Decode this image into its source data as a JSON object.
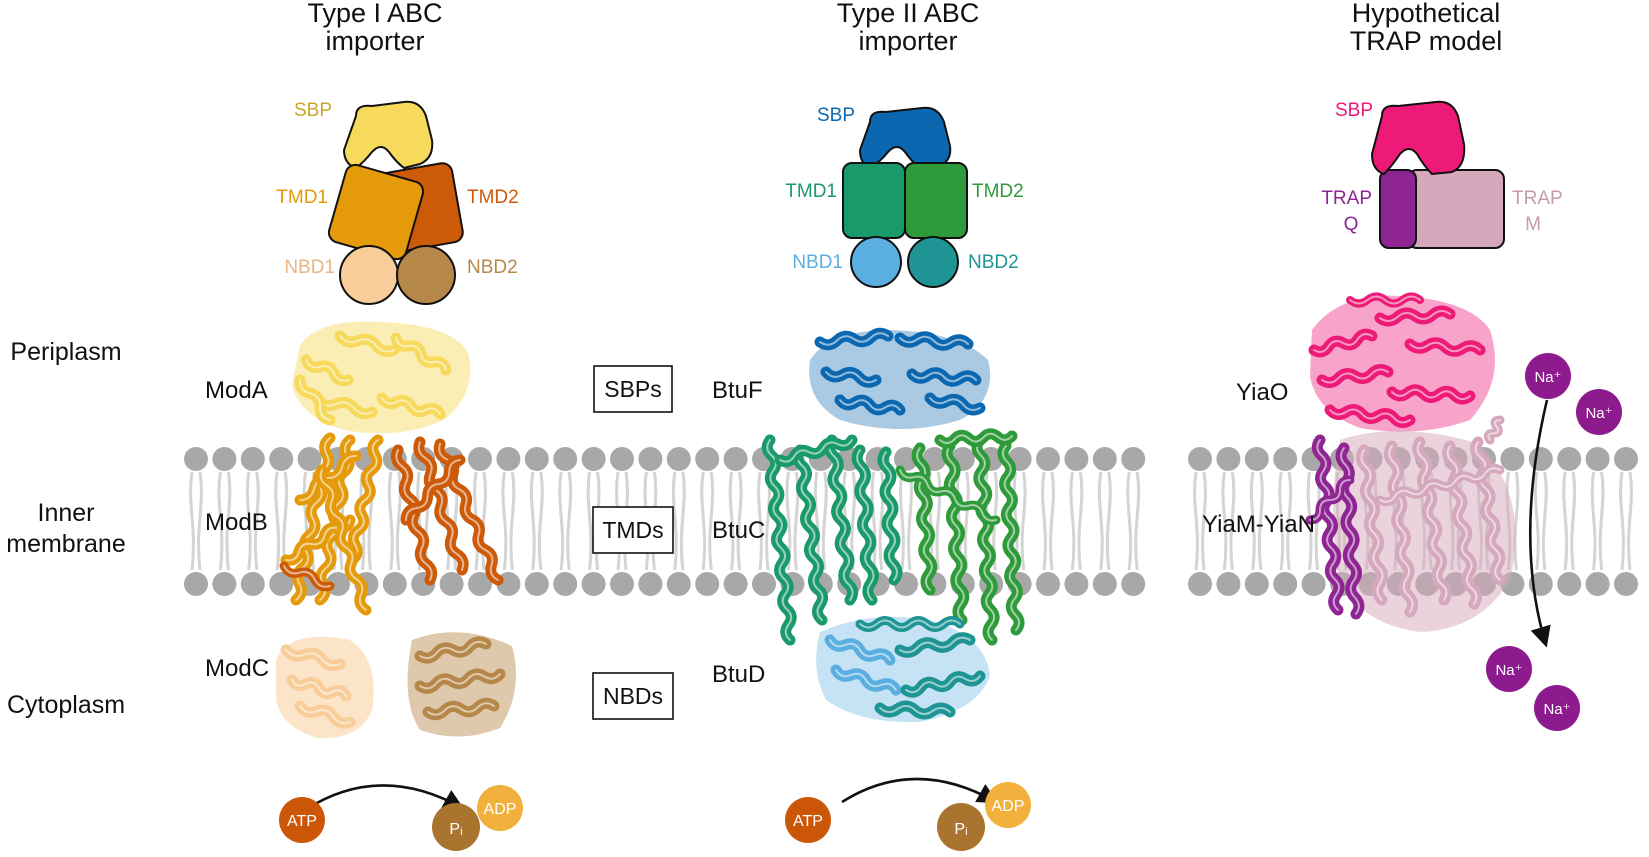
{
  "titles": {
    "type1_line1": "Type I ABC",
    "type1_line2": "importer",
    "type2_line1": "Type II ABC",
    "type2_line2": "importer",
    "trap_line1": "Hypothetical",
    "trap_line2": "TRAP model"
  },
  "regions": {
    "periplasm": "Periplasm",
    "inner_line1": "Inner",
    "inner_line2": "membrane",
    "cytoplasm": "Cytoplasm"
  },
  "legend_boxes": {
    "sbps": "SBPs",
    "tmds": "TMDs",
    "nbds": "NBDs"
  },
  "type1": {
    "sbp": "SBP",
    "tmd1": "TMD1",
    "tmd2": "TMD2",
    "nbd1": "NBD1",
    "nbd2": "NBD2",
    "proteins": {
      "a": "ModA",
      "b": "ModB",
      "c": "ModC"
    },
    "atp": "ATP",
    "pi": "Pᵢ",
    "adp": "ADP"
  },
  "type2": {
    "sbp": "SBP",
    "tmd1": "TMD1",
    "tmd2": "TMD2",
    "nbd1": "NBD1",
    "nbd2": "NBD2",
    "proteins": {
      "f": "BtuF",
      "c": "BtuC",
      "d": "BtuD"
    },
    "atp": "ATP",
    "pi": "Pᵢ",
    "adp": "ADP"
  },
  "trap": {
    "sbp": "SBP",
    "q_line1": "TRAP",
    "q_line2": "Q",
    "m_line1": "TRAP",
    "m_line2": "M",
    "proteins": {
      "o": "YiaO",
      "mn": "YiaM-YiaN"
    },
    "ion": "Na⁺"
  },
  "colors": {
    "t1_sbp": "#f7d95c",
    "t1_tmd1": "#e49a0a",
    "t1_tmd2": "#cc5a08",
    "t1_nbd1": "#f8cd9a",
    "t1_nbd2": "#b5884a",
    "t2_sbp": "#0b68b0",
    "t2_tmd1": "#1a9a6a",
    "t2_tmd2": "#2e9a3a",
    "t2_nbd1": "#5aaee0",
    "t2_nbd2": "#1e9494",
    "trap_sbp": "#ee1a78",
    "trap_q": "#8e2592",
    "trap_m": "#d6a8bc",
    "atp": "#cc5608",
    "pi": "#a8742e",
    "adp": "#f1b13c",
    "na": "#8e1b8e",
    "lipid": "#a8a8a8"
  }
}
